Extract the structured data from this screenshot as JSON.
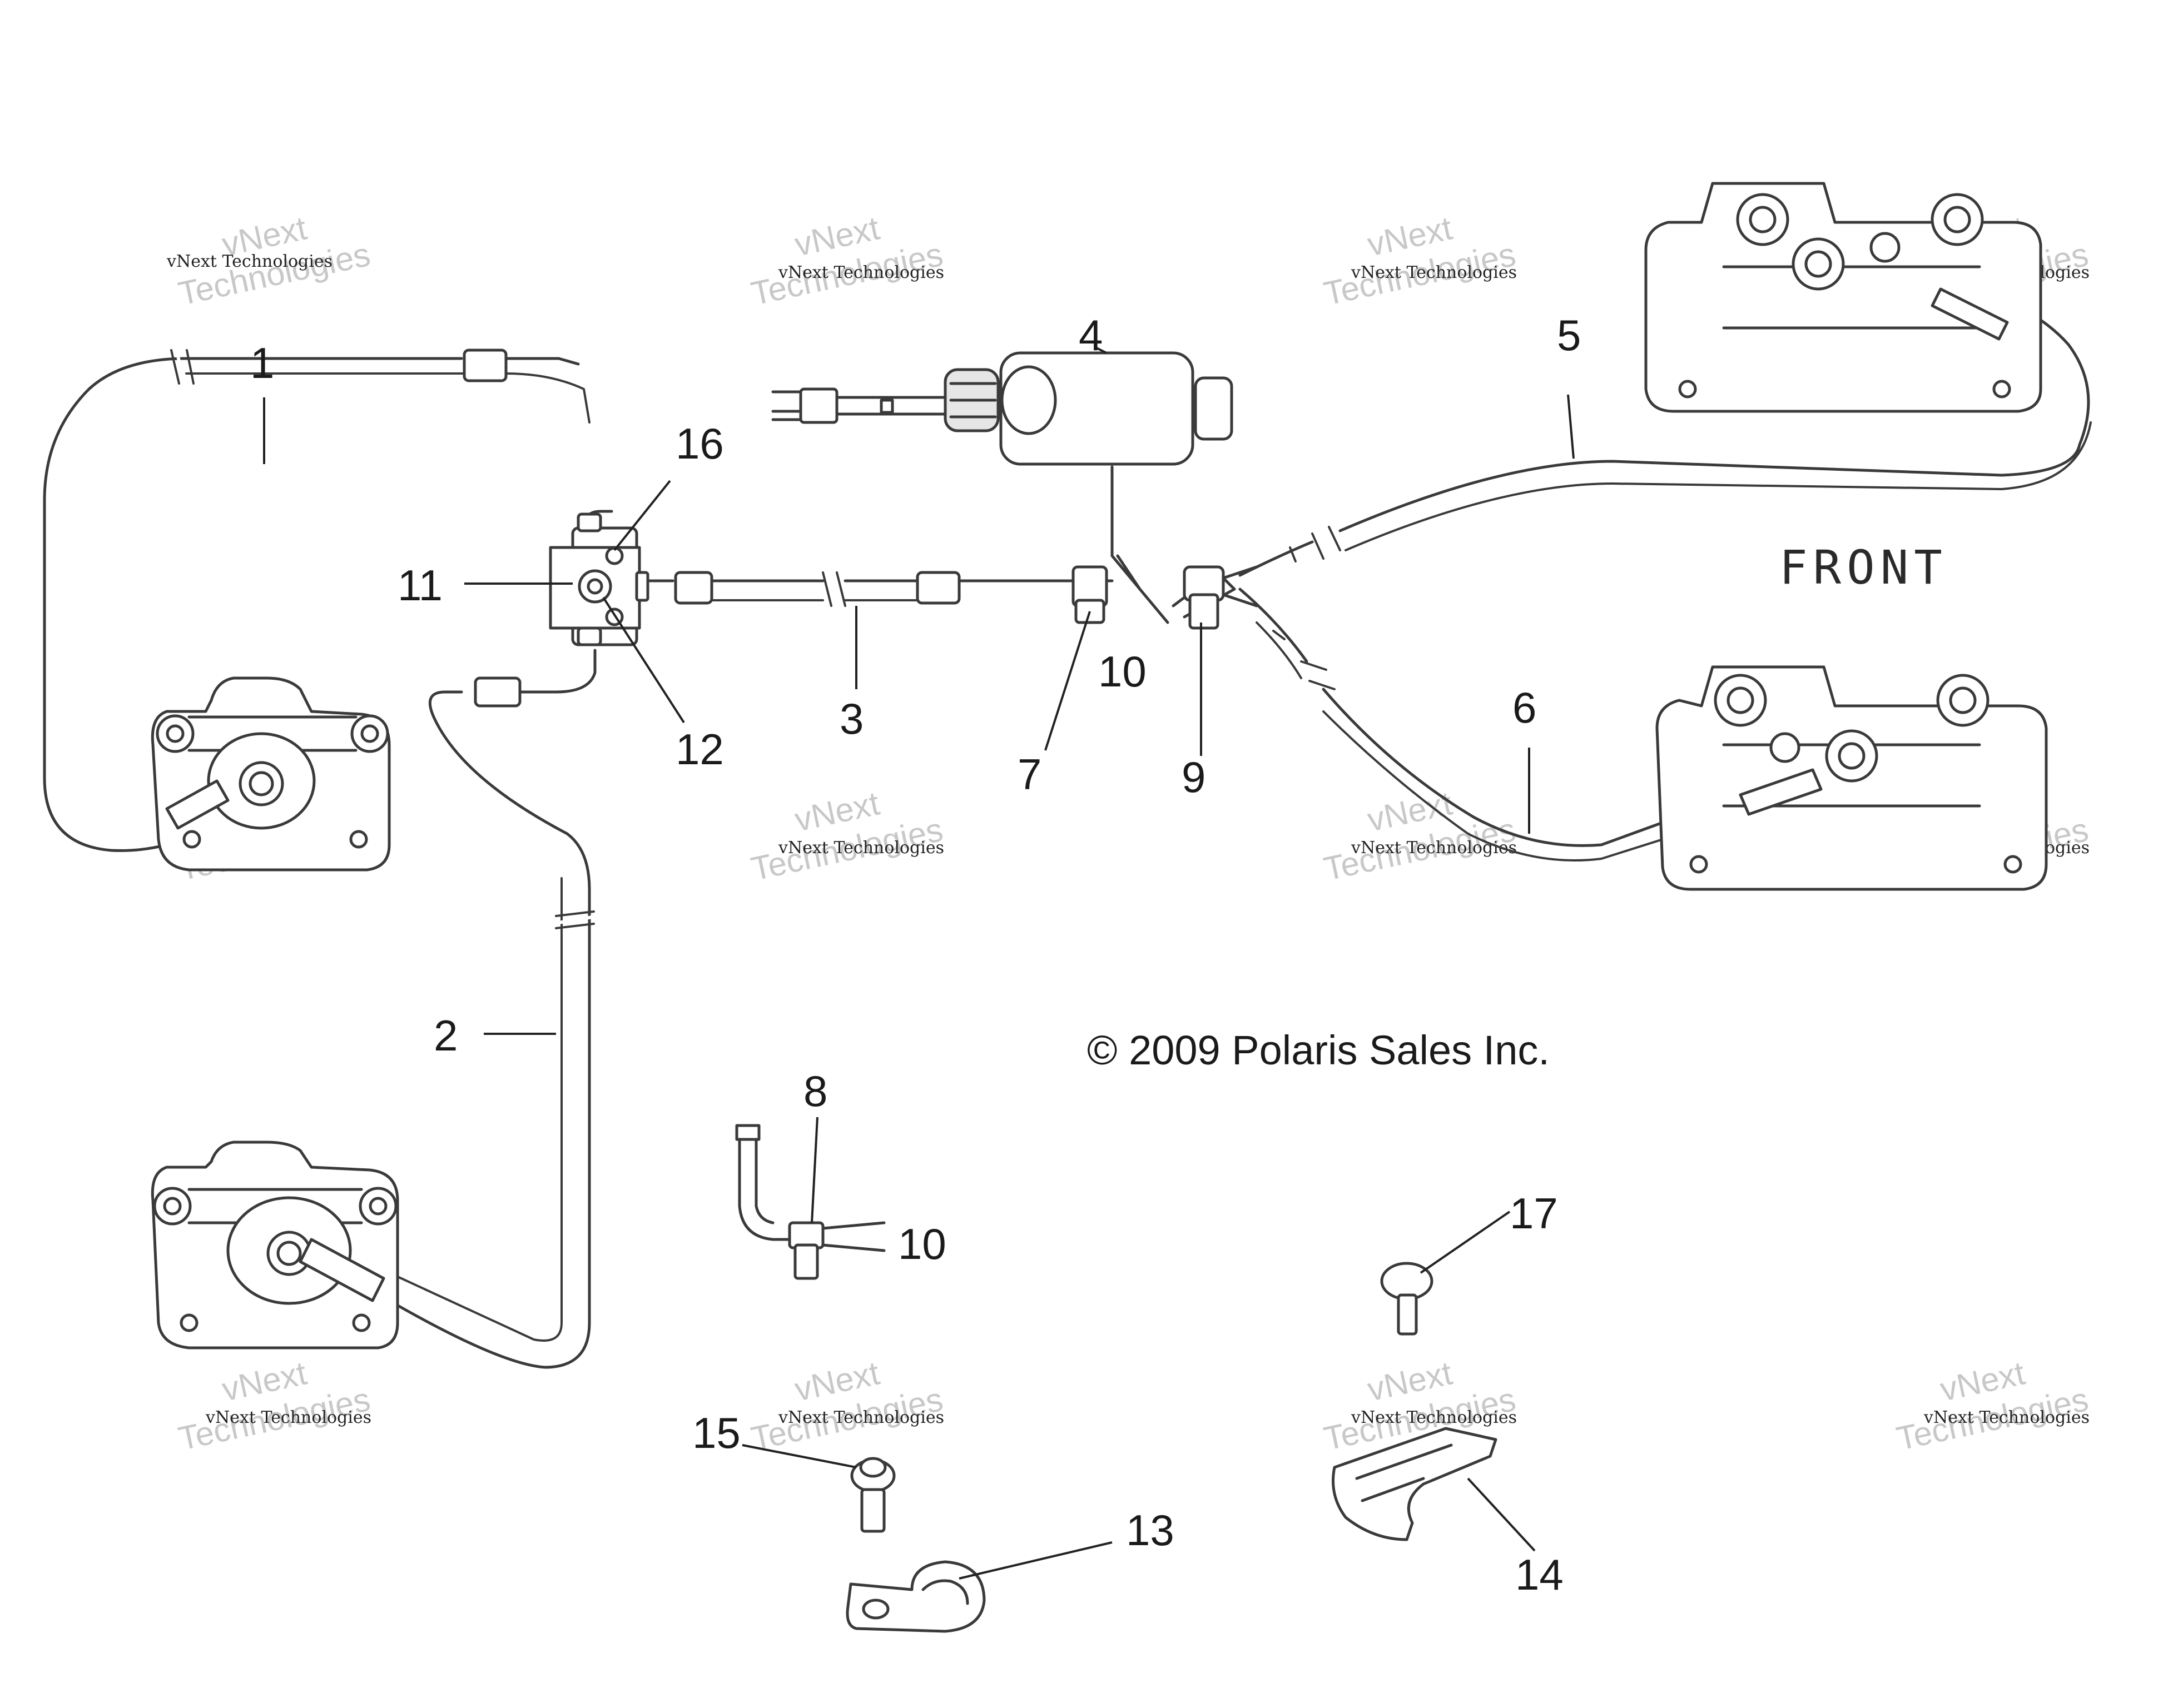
{
  "diagram": {
    "callouts": [
      "1",
      "2",
      "3",
      "4",
      "5",
      "6",
      "7",
      "8",
      "9",
      "10",
      "10",
      "11",
      "12",
      "13",
      "14",
      "15",
      "16",
      "17"
    ],
    "orientation_label": "FRONT",
    "copyright": "© 2009 Polaris Sales Inc.",
    "watermark": {
      "line1": "vNext Technologies",
      "line2": "vNext",
      "line3": "Technologies"
    }
  }
}
